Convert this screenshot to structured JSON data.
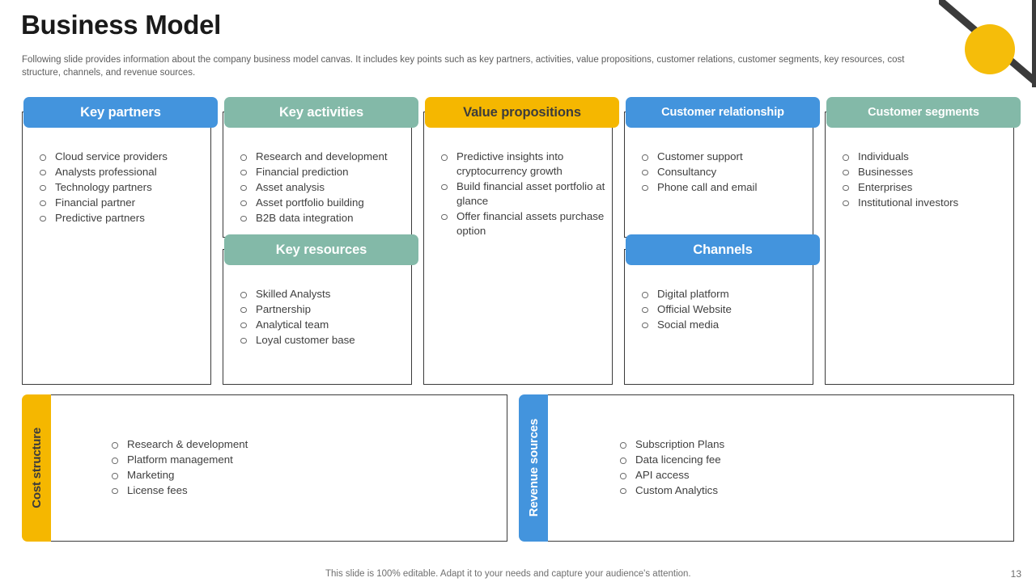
{
  "header": {
    "title": "Business Model",
    "subtitle": "Following slide provides information about the company business model canvas. It includes key points such as key partners, activities, value propositions, customer relations, customer segments, key resources, cost structure, channels, and revenue sources."
  },
  "colors": {
    "blue": "#4394dd",
    "green": "#83b9a8",
    "yellow": "#f5b700",
    "dark_text": "#3f3f3f",
    "header_dark": "#3c3c3c",
    "decor_line": "#3b3b3b",
    "decor_circle": "#f5bd0a"
  },
  "canvas": {
    "key_partners": {
      "title": "Key partners",
      "header_color": "#4394dd",
      "header_text_color": "#ffffff",
      "items": [
        "Cloud service providers",
        "Analysts professional",
        "Technology partners",
        "Financial partner",
        "Predictive partners"
      ]
    },
    "key_activities": {
      "title": "Key activities",
      "header_color": "#83b9a8",
      "header_text_color": "#ffffff",
      "items": [
        "Research and development",
        "Financial prediction",
        "Asset analysis",
        "Asset portfolio building",
        "B2B data integration"
      ]
    },
    "key_resources": {
      "title": "Key resources",
      "header_color": "#83b9a8",
      "header_text_color": "#ffffff",
      "items": [
        "Skilled Analysts",
        "Partnership",
        "Analytical team",
        "Loyal customer base"
      ]
    },
    "value_propositions": {
      "title": "Value propositions",
      "header_color": "#f5b700",
      "header_text_color": "#3c3c3c",
      "items": [
        "Predictive insights into cryptocurrency growth",
        "Build financial asset portfolio at glance",
        "Offer financial assets purchase option"
      ]
    },
    "customer_relationship": {
      "title": "Customer relationship",
      "header_color": "#4394dd",
      "header_text_color": "#ffffff",
      "items": [
        "Customer support",
        "Consultancy",
        "Phone call and email"
      ]
    },
    "channels": {
      "title": "Channels",
      "header_color": "#4394dd",
      "header_text_color": "#ffffff",
      "items": [
        "Digital platform",
        "Official Website",
        "Social media"
      ]
    },
    "customer_segments": {
      "title": "Customer segments",
      "header_color": "#83b9a8",
      "header_text_color": "#ffffff",
      "items": [
        "Individuals",
        "Businesses",
        "Enterprises",
        "Institutional investors"
      ]
    },
    "cost_structure": {
      "title": "Cost structure",
      "tab_color": "#f5b700",
      "tab_text_color": "#3c3c3c",
      "items": [
        "Research & development",
        "Platform management",
        "Marketing",
        "License fees"
      ]
    },
    "revenue_sources": {
      "title": "Revenue sources",
      "tab_color": "#4394dd",
      "tab_text_color": "#ffffff",
      "items": [
        "Subscription Plans",
        "Data licencing fee",
        "API access",
        "Custom Analytics"
      ]
    }
  },
  "footer": {
    "note": "This slide is 100% editable. Adapt it to your needs and capture your audience's attention.",
    "page_number": "13"
  }
}
